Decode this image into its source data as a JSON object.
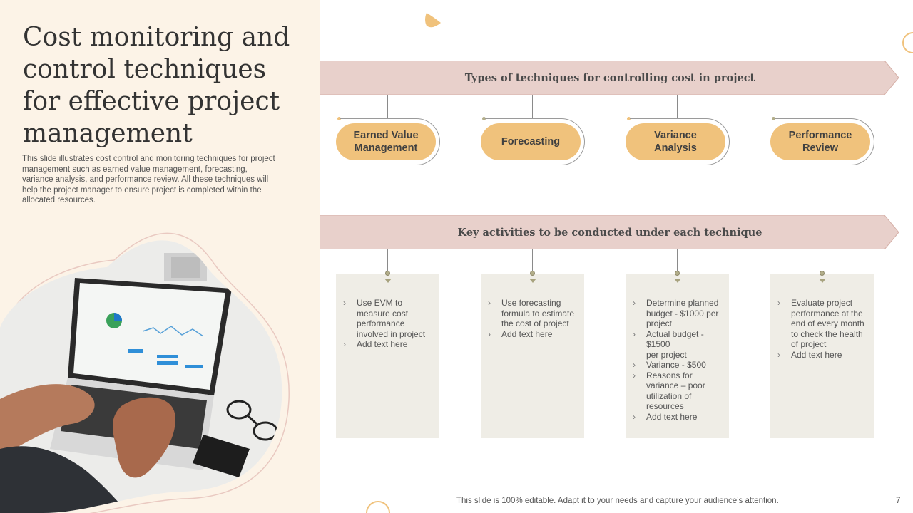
{
  "slide": {
    "title": "Cost monitoring and control techniques for effective project management",
    "description": "This slide illustrates cost control and monitoring techniques for project management such as earned value management, forecasting, variance analysis, and performance review. All these techniques will help the project manager to ensure project is completed within the allocated resources.",
    "banner_techniques": "Types of techniques for controlling cost in project",
    "banner_activities": "Key activities to be conducted under each technique",
    "techniques": [
      {
        "label": "Earned Value\nManagement",
        "activities": [
          "Use EVM to measure cost performance involved in project",
          "Add text here"
        ]
      },
      {
        "label": "Forecasting",
        "activities": [
          "Use forecasting formula to estimate the cost of project",
          "Add text here"
        ]
      },
      {
        "label": "Variance\nAnalysis",
        "activities": [
          "Determine planned budget - $1000 per project",
          "Actual budget - $1500\nper project",
          "Variance - $500",
          "Reasons for variance – poor utilization of resources",
          "Add text here"
        ]
      },
      {
        "label": "Performance\nReview",
        "activities": [
          "Evaluate project performance at the end of every month to check the health of project",
          "Add text here"
        ]
      }
    ],
    "footer": "This slide is 100% editable. Adapt it to your needs and capture your audience’s attention.",
    "page_number": "7"
  },
  "colors": {
    "left_panel_bg": "#fcf3e7",
    "banner_fill": "#e8d0cb",
    "pill_fill": "#f0c27c",
    "card_fill": "#efede6",
    "accent_deco": "#f0c27c"
  },
  "icons": {
    "bullet": "chevron-right-icon"
  }
}
